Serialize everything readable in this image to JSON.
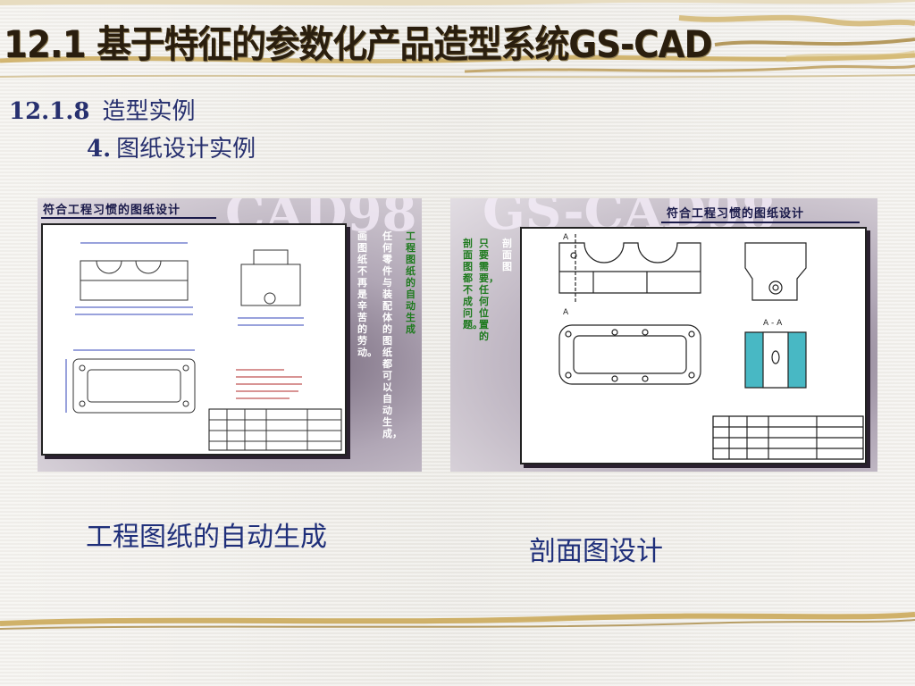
{
  "slide": {
    "title": "12.1  基于特征的参数化产品造型系统GS-CAD",
    "section_number": "12.1.8",
    "section_title": "造型实例",
    "sub_number": "4.",
    "sub_title": "图纸设计实例"
  },
  "left_image": {
    "panel_caption": "符合工程习惯的图纸设计",
    "bg_word": "CAD98",
    "note_col1": "画图纸不再是辛苦的劳动。",
    "note_col2": "任何零件与装配体的图纸都可以自动生成，",
    "note_col3": "工程图纸的自动生成",
    "caption": "工程图纸的自动生成"
  },
  "right_image": {
    "panel_caption": "符合工程习惯的图纸设计",
    "bg_word": "GS-CAD98",
    "note_col1": "剖面图",
    "note_col2": "只要需要，任何位置的",
    "note_col3": "剖面图都不成问题。",
    "section_label": "A - A",
    "cut_label": "A",
    "caption": "剖面图设计"
  }
}
